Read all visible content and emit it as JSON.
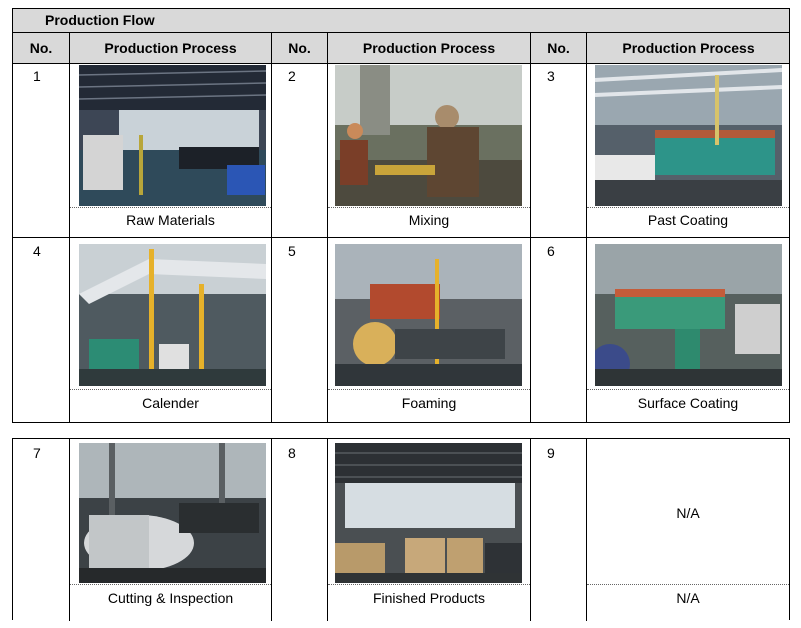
{
  "title": "Production Flow",
  "headers": {
    "no": "No.",
    "process": "Production Process"
  },
  "steps": [
    {
      "no": "1",
      "caption": "Raw Materials"
    },
    {
      "no": "2",
      "caption": "Mixing"
    },
    {
      "no": "3",
      "caption": "Past Coating"
    },
    {
      "no": "4",
      "caption": "Calender"
    },
    {
      "no": "5",
      "caption": "Foaming"
    },
    {
      "no": "6",
      "caption": "Surface Coating"
    },
    {
      "no": "7",
      "caption": "Cutting & Inspection"
    },
    {
      "no": "8",
      "caption": "Finished Products"
    },
    {
      "no": "9",
      "caption": "N/A",
      "photo_text": "N/A"
    }
  ]
}
